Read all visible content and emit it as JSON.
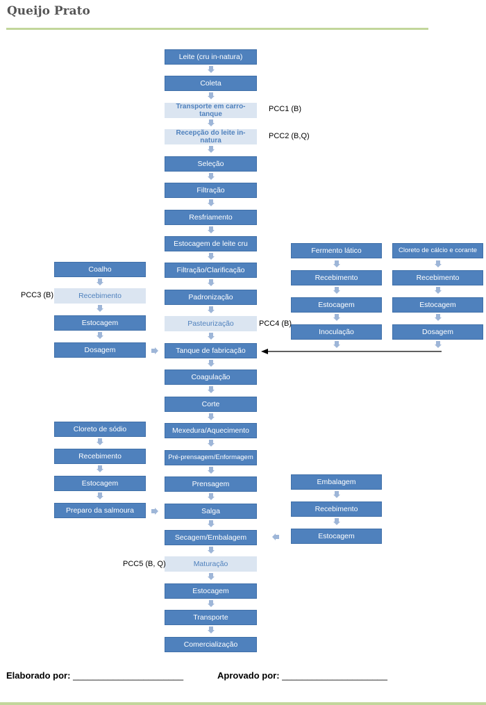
{
  "title": "Queijo Prato",
  "main_flow": [
    "Leite (cru in-natura)",
    "Coleta",
    "Transporte em carro-tanque",
    "Recepção do leite in-natura",
    "Seleção",
    "Filtração",
    "Resfriamento",
    "Estocagem de leite cru",
    "Filtração/Clarificação",
    "Padronização",
    "Pasteurização",
    "Tanque de fabricação",
    "Coagulação",
    "Corte",
    "Mexedura/Aquecimento",
    "Pré-prensagem/Enformagem",
    "Prensagem",
    "Salga",
    "Secagem/Embalagem",
    "Maturação",
    "Estocagem",
    "Transporte",
    "Comercialização"
  ],
  "pcc": {
    "pcc1": "PCC1 (B)",
    "pcc2": "PCC2 (B,Q)",
    "pcc3": "PCC3 (B)",
    "pcc4": "PCC4 (B)",
    "pcc5": "PCC5 (B, Q)"
  },
  "coalho_flow": [
    "Coalho",
    "Recebimento",
    "Estocagem",
    "Dosagem"
  ],
  "fermento_flow": [
    "Fermento lático",
    "Recebimento",
    "Estocagem",
    "Inoculação"
  ],
  "cloreto_calcio_flow": [
    "Cloreto de cálcio e corante",
    "Recebimento",
    "Estocagem",
    "Dosagem"
  ],
  "cloreto_sodio_flow": [
    "Cloreto de sódio",
    "Recebimento",
    "Estocagem",
    "Preparo da salmoura"
  ],
  "embalagem_flow": [
    "Embalagem",
    "Recebimento",
    "Estocagem"
  ],
  "footer": {
    "elaborado_label": "Elaborado por:",
    "elaborado_blank": "______________________",
    "aprovado_label": "Aprovado por:",
    "aprovado_blank": "_____________________"
  },
  "colors": {
    "box_fill": "#4f81bd",
    "box_light_fill": "#dbe5f1",
    "arrow": "#9eb6d8",
    "rule": "#c2d69b"
  }
}
